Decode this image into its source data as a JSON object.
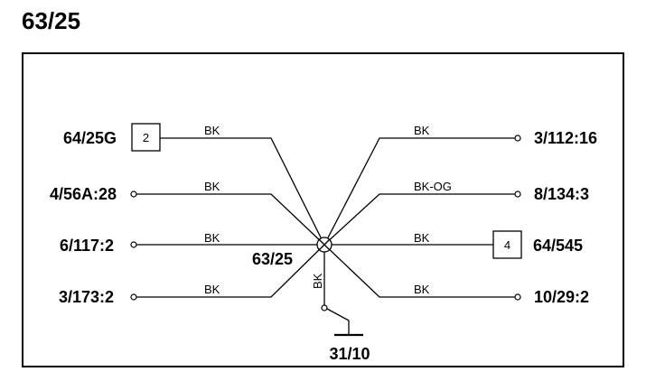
{
  "title": "63/25",
  "splice_label": "63/25",
  "ground": {
    "label": "31/10",
    "wire_color": "BK"
  },
  "connections": {
    "left": [
      {
        "label": "64/25G",
        "wire": "BK",
        "box": "2"
      },
      {
        "label": "4/56A:28",
        "wire": "BK"
      },
      {
        "label": "6/117:2",
        "wire": "BK"
      },
      {
        "label": "3/173:2",
        "wire": "BK"
      }
    ],
    "right": [
      {
        "label": "3/112:16",
        "wire": "BK"
      },
      {
        "label": "8/134:3",
        "wire": "BK-OG"
      },
      {
        "label": "64/545",
        "wire": "BK",
        "box": "4"
      },
      {
        "label": "10/29:2",
        "wire": "BK"
      }
    ]
  }
}
